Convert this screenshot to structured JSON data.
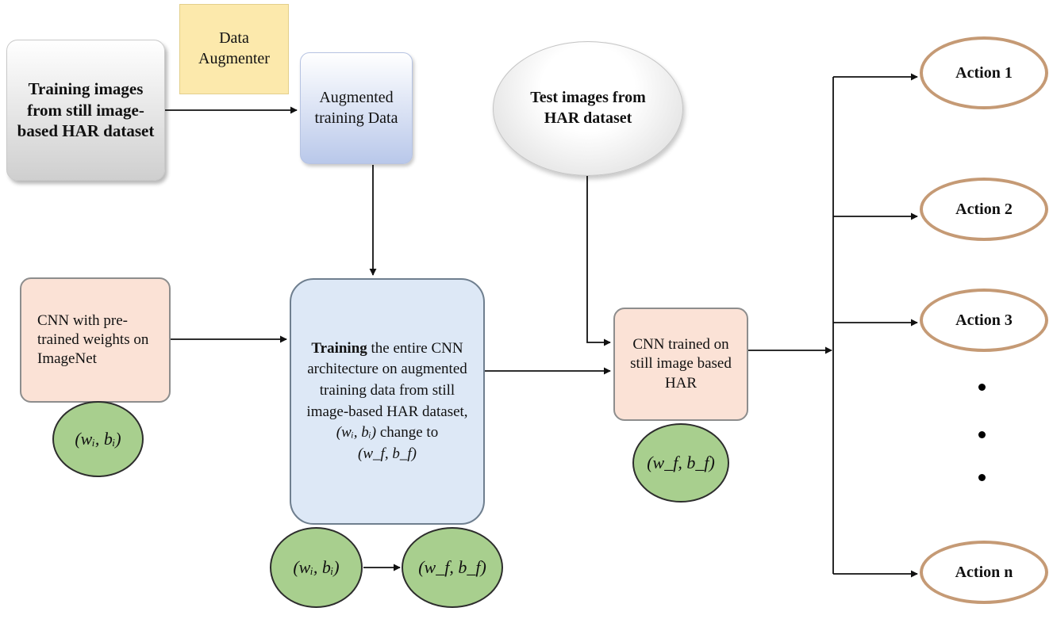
{
  "nodes": {
    "training_images": "Training images from still image-based HAR dataset",
    "data_augmenter": "Data Augmenter",
    "augmented_data": "Augmented training Data",
    "test_images": "Test images from HAR dataset",
    "cnn_pretrained": "CNN with pre-trained weights on ImageNet",
    "training_bold": "Training",
    "training_text": " the entire CNN architecture on augmented training data from still image-based HAR dataset,",
    "change_to": "change to",
    "cnn_trained": "CNN trained on still image based HAR"
  },
  "params": {
    "initial": "(wᵢ, bᵢ)",
    "final": "(w_f, b_f)"
  },
  "actions": [
    "Action 1",
    "Action 2",
    "Action 3",
    "Action n"
  ],
  "colors": {
    "green_param": "#a8cf8e",
    "peach_box": "#fbe2d6",
    "light_blue_box": "#dde8f6",
    "augmenter_yellow": "#fce9ac",
    "action_border": "#c59a75"
  }
}
